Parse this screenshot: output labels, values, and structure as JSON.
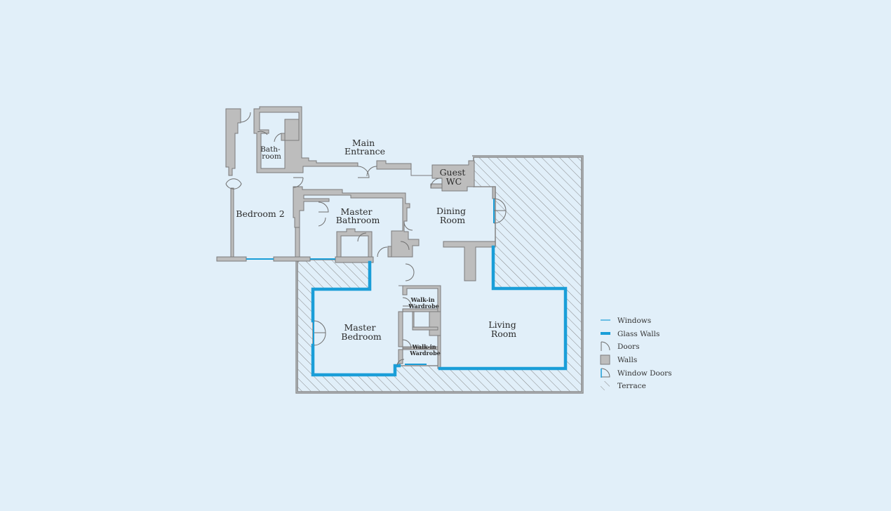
{
  "rooms": {
    "bathroom": [
      "Bath-",
      "room"
    ],
    "main_entrance": [
      "Main",
      "Entrance"
    ],
    "guest_wc": [
      "Guest",
      "WC"
    ],
    "bedroom2": "Bedroom 2",
    "master_bathroom": [
      "Master",
      "Bathroom"
    ],
    "dining_room": [
      "Dining",
      "Room"
    ],
    "walk_in_1": [
      "Walk-in",
      "Wardrobe"
    ],
    "walk_in_2": [
      "Walk-in",
      "Wardrobe"
    ],
    "master_bedroom": [
      "Master",
      "Bedroom"
    ],
    "living_room": [
      "Living",
      "Room"
    ]
  },
  "legend": {
    "items": [
      {
        "key": "windows",
        "label": "Windows"
      },
      {
        "key": "glass-walls",
        "label": "Glass Walls"
      },
      {
        "key": "doors",
        "label": "Doors"
      },
      {
        "key": "walls",
        "label": "Walls"
      },
      {
        "key": "window-doors",
        "label": "Window Doors"
      },
      {
        "key": "terrace",
        "label": "Terrace"
      }
    ]
  },
  "colors": {
    "background": "#e1eff9",
    "wall_fill": "#bdbdbd",
    "glass": "#1a9ed8"
  }
}
